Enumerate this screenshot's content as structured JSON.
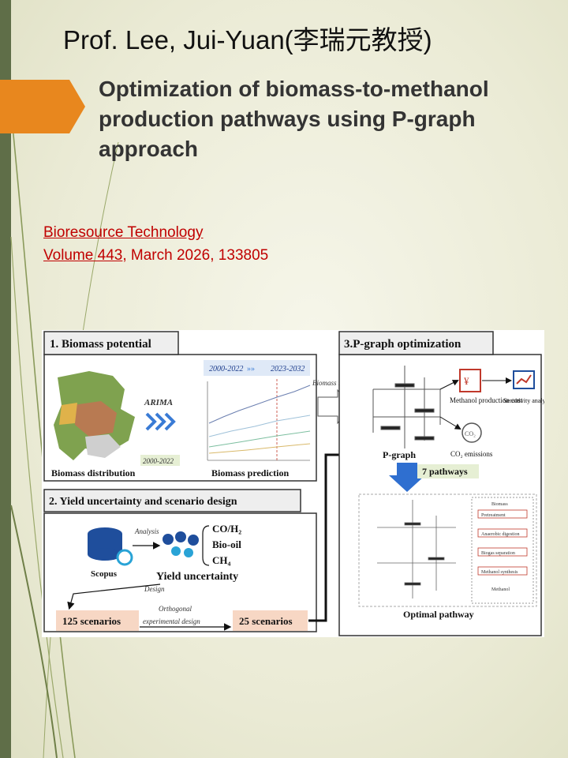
{
  "slide": {
    "title": "Prof. Lee, Jui-Yuan(李瑞元教授)",
    "subtitle": "Optimization of biomass-to-methanol production pathways using P-graph approach",
    "reference": {
      "journal": "Bioresource Technology",
      "volume_link": "Volume 443",
      "volume_rest": ", March 2026, 133805"
    },
    "colors": {
      "accent_orange": "#e8871e",
      "sidebar_green": "#5f6e48",
      "reference_red": "#c00000"
    }
  },
  "figure": {
    "panel1": {
      "heading": "1. Biomass potential",
      "map_caption": "Biomass distribution",
      "map_years": "2000-2022",
      "method": "ARIMA",
      "period_hist": "2000-2022",
      "period_pred": "2023-2032",
      "chart_caption": "Biomass prediction",
      "input_label": "Biomass input"
    },
    "panel2": {
      "heading": "2. Yield uncertainty and scenario design",
      "source": "Scopus",
      "analysis": "Analysis",
      "products": [
        "CO/H₂",
        "Bio-oil",
        "CH₄"
      ],
      "uncertainty": "Yield uncertainty",
      "design": "Design",
      "scenarios_all": "125 scenarios",
      "orthogonal": "Orthogonal",
      "experimental": "experimental design",
      "scenarios_sel": "25 scenarios"
    },
    "panel3": {
      "heading": "3.P-graph optimization",
      "cost": "Methanol production cost",
      "sensitivity": "Sensitivity analysis",
      "emissions": "CO₂ emissions",
      "pgraph": "P-graph",
      "pathways": "7 pathways",
      "optimal": "Optimal pathway",
      "steps": [
        "Biomass",
        "Pretreatment",
        "Anaerobic digestion",
        "Biogas separation",
        "Methanol synthesis",
        "Methanol"
      ]
    }
  }
}
